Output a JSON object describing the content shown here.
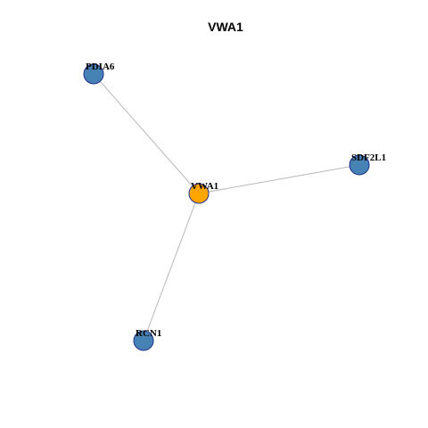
{
  "graph": {
    "title": "VWA1",
    "center_color": "#FFA500",
    "neighbor_color": "#4682B4",
    "border_color": "#1F2F8F",
    "edge_color": "#B8B8B8",
    "nodes": [
      {
        "id": "VWA1",
        "label": "VWA1",
        "role": "center"
      },
      {
        "id": "PDIA6",
        "label": "PDIA6",
        "role": "neighbor"
      },
      {
        "id": "SDF2L1",
        "label": "SDF2L1",
        "role": "neighbor"
      },
      {
        "id": "RCN1",
        "label": "RCN1",
        "role": "neighbor"
      }
    ],
    "edges": [
      {
        "source": "VWA1",
        "target": "PDIA6"
      },
      {
        "source": "VWA1",
        "target": "SDF2L1"
      },
      {
        "source": "VWA1",
        "target": "RCN1"
      }
    ]
  }
}
